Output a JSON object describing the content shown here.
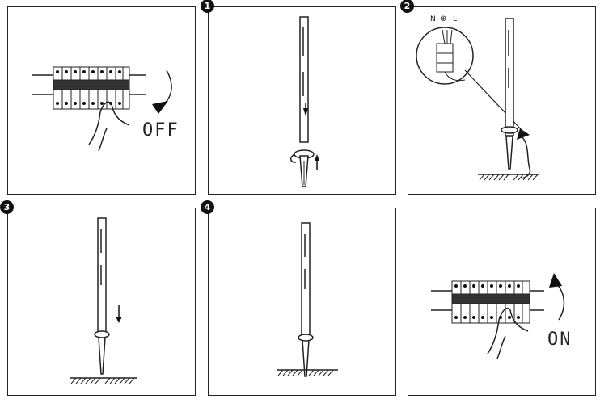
{
  "steps": [
    {
      "badge": ""
    },
    {
      "badge": "1"
    },
    {
      "badge": "2"
    },
    {
      "badge": "3"
    },
    {
      "badge": "4"
    },
    {
      "badge": ""
    }
  ],
  "labels": {
    "off": "OFF",
    "on": "ON",
    "terminal_n": "N",
    "terminal_earth": "⊕",
    "terminal_l": "L"
  }
}
